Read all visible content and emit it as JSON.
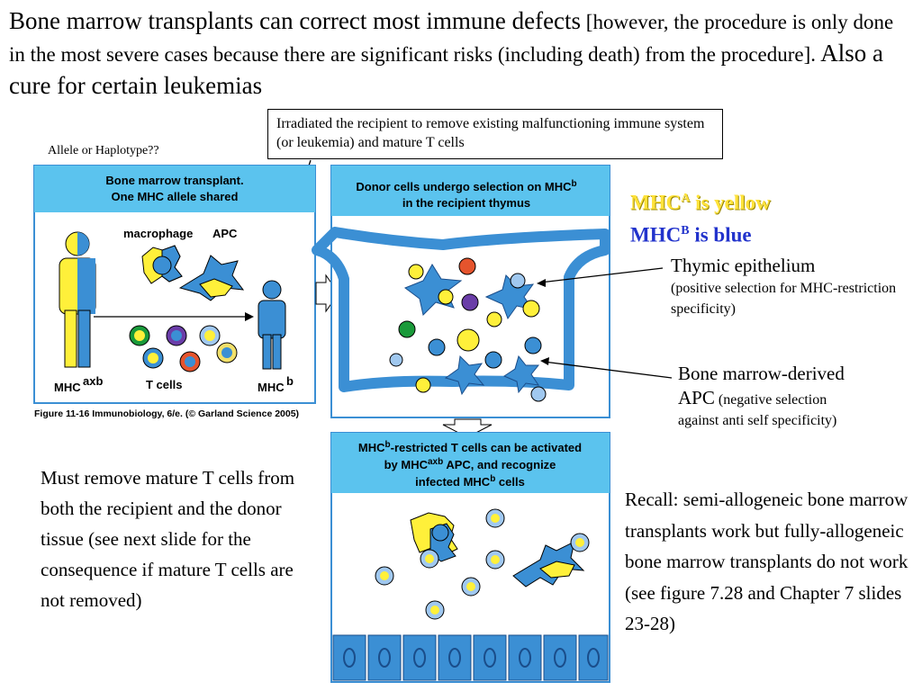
{
  "slide": {
    "title_main": "Bone marrow transplants can correct most immune defects",
    "title_small": " [however, the procedure is only done in the most severe cases because there are significant risks (including death) from the procedure].",
    "title_tail": "  Also a cure for certain leukemias",
    "callout": "Irradiated the recipient to remove existing  malfunctioning immune system (or  leukemia) and mature T cells",
    "allele_note": "Allele or Haplotype??",
    "figure": {
      "panel1_header_line1": "Bone marrow transplant.",
      "panel1_header_line2": "One MHC allele shared",
      "label_macrophage": "macrophage",
      "label_apc": "APC",
      "label_mhc_axb": "MHC",
      "label_mhc_axb_sup": "axb",
      "label_tcells": "T cells",
      "label_mhc_b": "MHC",
      "label_mhc_b_sup": "b",
      "panel2_header_line1": "Donor cells undergo selection on MHC",
      "panel2_header_sup": "b",
      "panel2_header_line2": "in the recipient thymus",
      "panel3_header_line1_a": "MHC",
      "panel3_header_line1_sup": "b",
      "panel3_header_line1_b": "-restricted T cells can be activated",
      "panel3_header_line2_a": "by MHC",
      "panel3_header_line2_sup": "axb",
      "panel3_header_line2_b": " APC, and recognize",
      "panel3_header_line3_a": "infected MHC",
      "panel3_header_line3_sup": "b",
      "panel3_header_line3_b": " cells",
      "caption": "Figure 11-16  Immunobiology, 6/e. (© Garland Science 2005)"
    },
    "legend": {
      "mhc_a_prefix": "MHC",
      "mhc_a_sup": "A",
      "mhc_a_suffix": " is yellow",
      "mhc_b_prefix": "MHC",
      "mhc_b_sup": "B",
      "mhc_b_suffix": " is blue"
    },
    "thymic": {
      "title": "Thymic epithelium",
      "note": "(positive selection for MHC-restriction specificity)"
    },
    "bm_apc": {
      "title_a": "Bone marrow-derived",
      "title_b": "APC",
      "note_a": " (negative selection",
      "note_b": "against anti self specificity)"
    },
    "left_note": "Must remove mature T cells from both the recipient and the donor tissue (see next slide for the consequence if mature T cells are not removed)",
    "recall_note": "Recall: semi-allogeneic bone marrow transplants work but fully-allogeneic bone marrow transplants do not work (see figure 7.28 and Chapter 7 slides 23-28)",
    "colors": {
      "header_blue": "#5bc3ee",
      "cell_blue": "#3b8fd4",
      "mhc_yellow": "#fff03a",
      "mhc_blue_text": "#2233cc"
    }
  }
}
